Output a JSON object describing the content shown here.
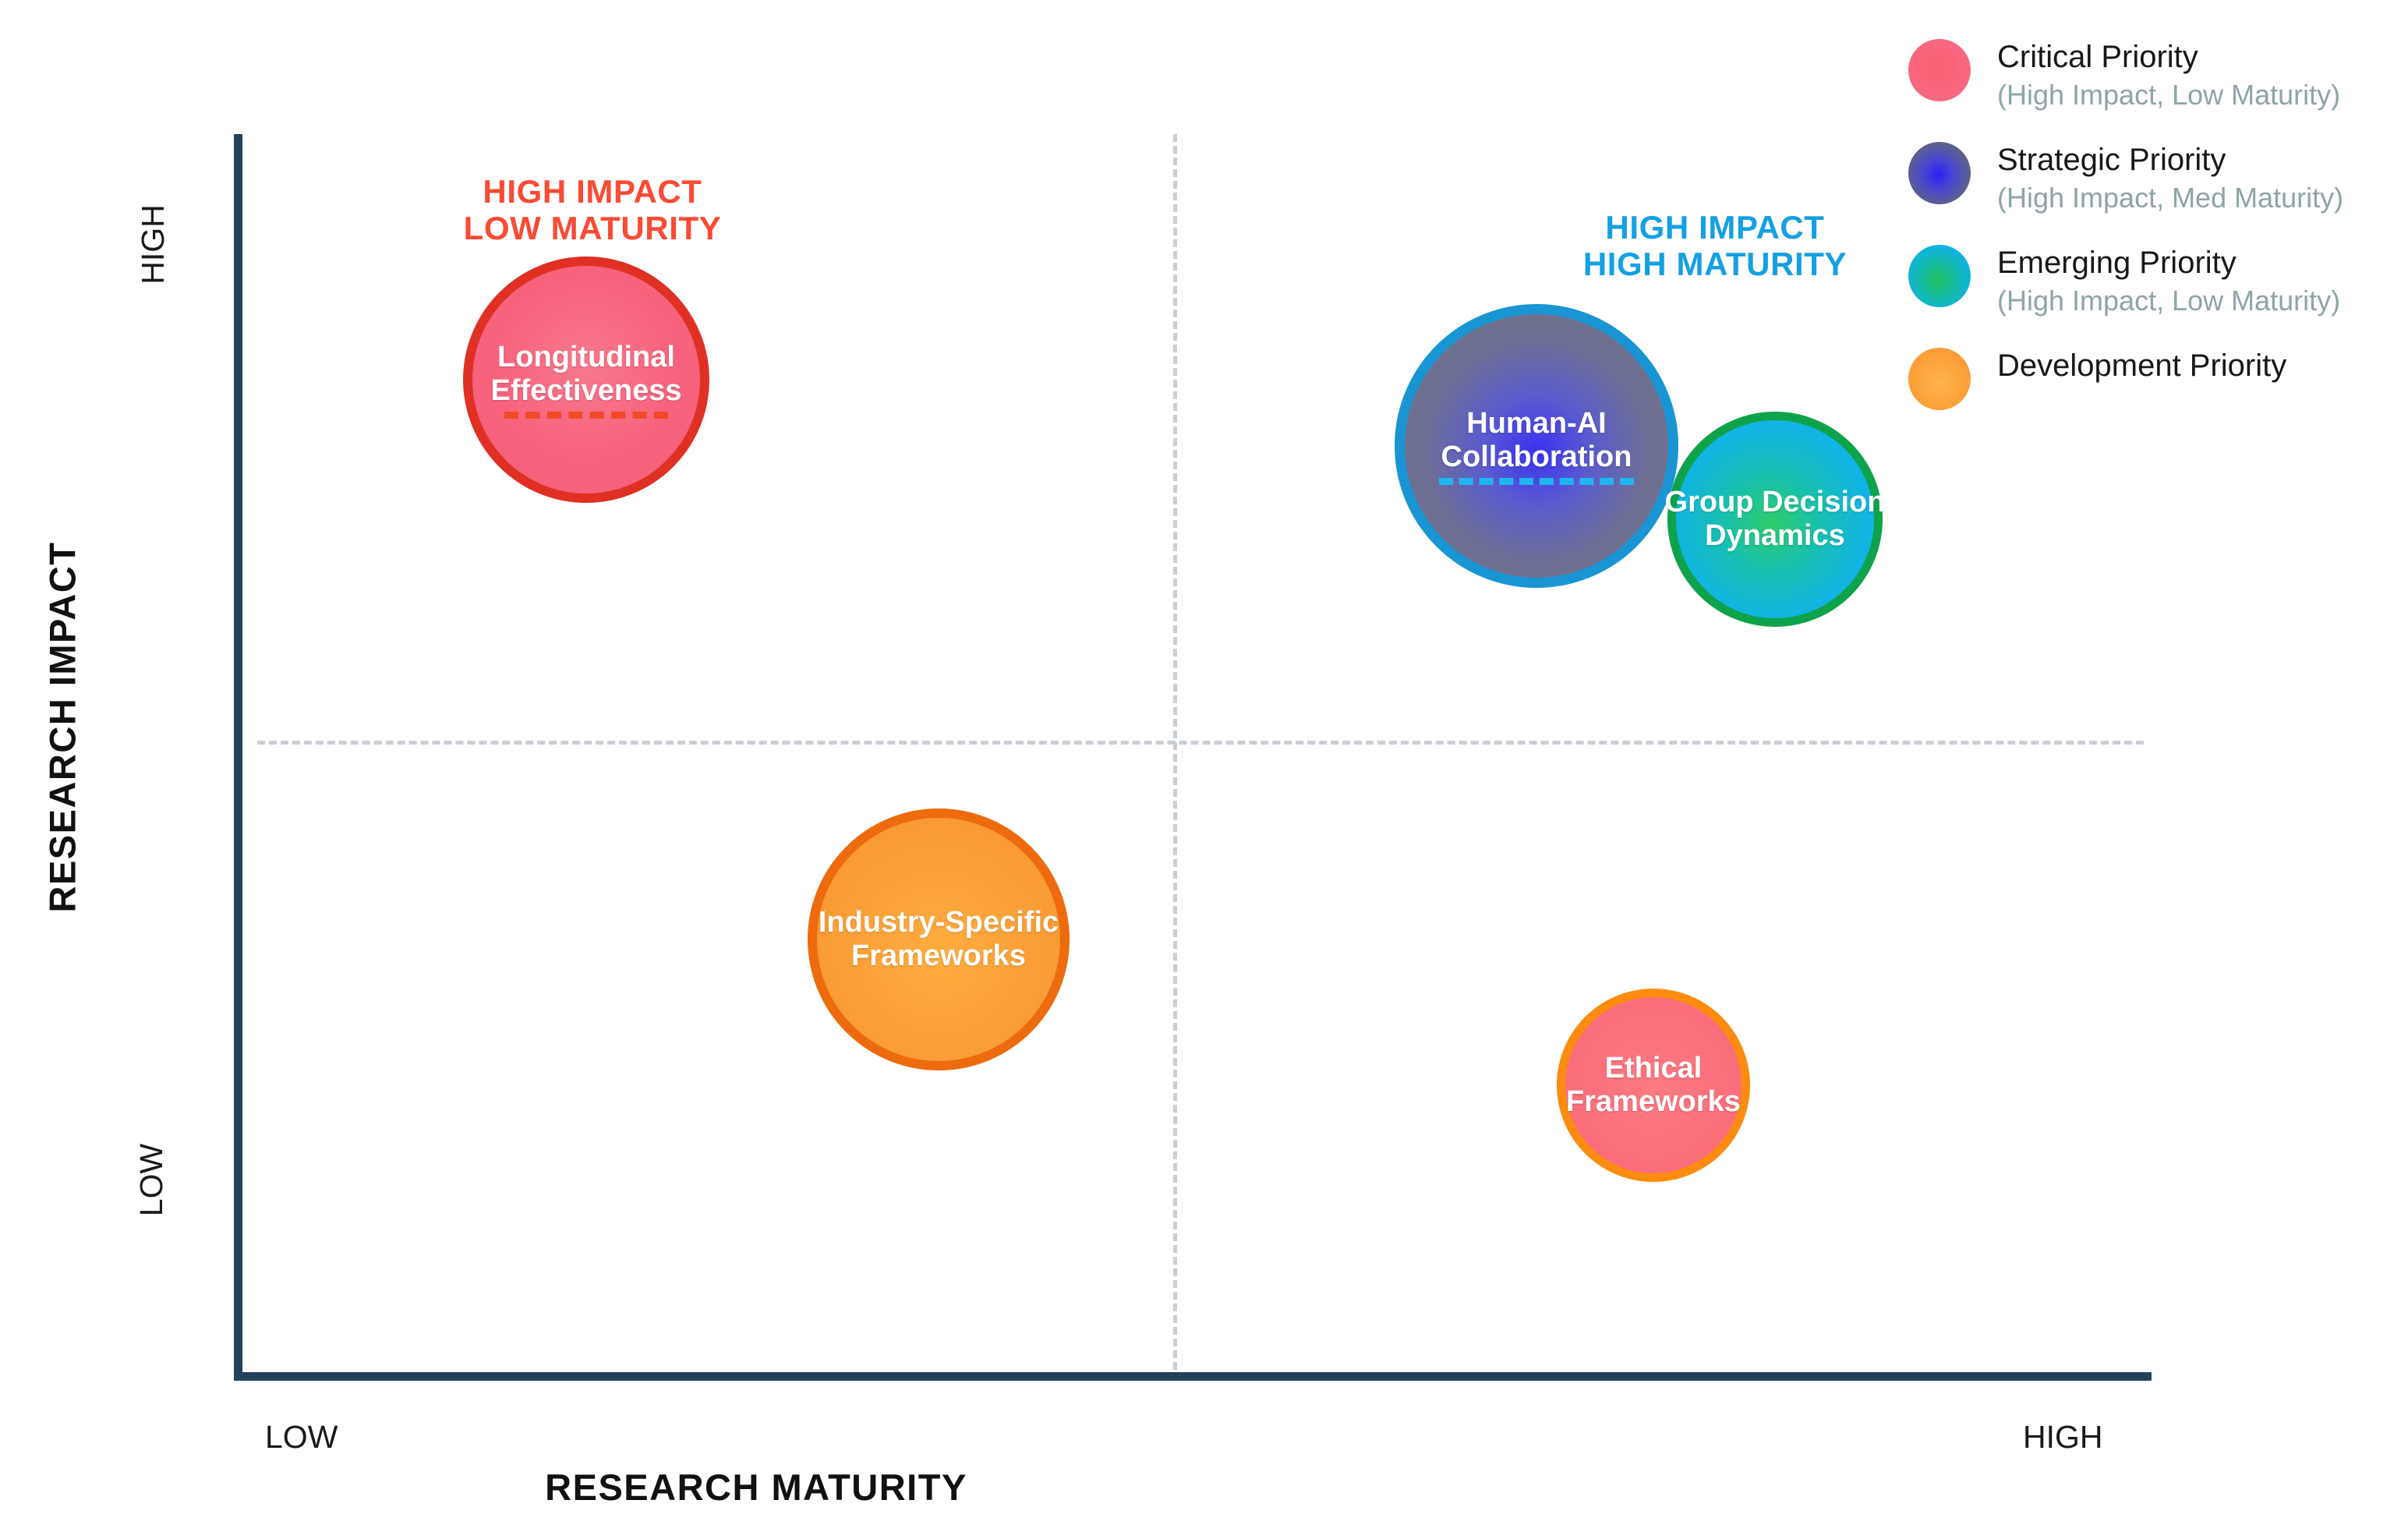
{
  "chart_data": {
    "type": "scatter",
    "title": "",
    "xlabel": "RESEARCH MATURITY",
    "ylabel": "RESEARCH IMPACT",
    "xticks": [
      "LOW",
      "HIGH"
    ],
    "yticks": [
      "LOW",
      "HIGH"
    ],
    "xlim": [
      "LOW",
      "HIGH"
    ],
    "ylim": [
      "LOW",
      "HIGH"
    ],
    "grid": false,
    "legend_position": "top-right",
    "quadrant_divider": {
      "x": "mid",
      "y": "mid",
      "style": "dashed",
      "color": "#c9cfd4"
    },
    "quadrant_labels": [
      {
        "text": "HIGH IMPACT\nLOW MATURITY",
        "quadrant": "top-left",
        "color": "#fa4b34"
      },
      {
        "text": "HIGH IMPACT\nHIGH MATURITY",
        "quadrant": "top-right",
        "color": "#14a0e2"
      }
    ],
    "points": [
      {
        "label": "Longitudinal\nEffectiveness",
        "category": "Critical Priority",
        "x": "Low",
        "y": "High",
        "size": 316,
        "fill": "#f8627c",
        "stroke": "#e03024",
        "underline": true,
        "underline_color": "#f04a2a"
      },
      {
        "label": "Human-AI\nCollaboration",
        "category": "Strategic Priority",
        "x": "High",
        "y": "High",
        "size": 364,
        "fill": "#6d6f96",
        "stroke": "#1995d4",
        "underline": true,
        "underline_color": "#1fb6ef"
      },
      {
        "label": "Group Decision\nDynamics",
        "category": "Emerging Priority",
        "x": "High",
        "y": "High",
        "size": 276,
        "fill": "#11b4e2",
        "stroke": "#0ea34a",
        "underline": false
      },
      {
        "label": "Industry-Specific\nFrameworks",
        "category": "Development Priority",
        "x": "Low-Mid",
        "y": "Low-Mid",
        "size": 336,
        "fill": "#fba038",
        "stroke": "#ed6b0c",
        "underline": false
      },
      {
        "label": "Ethical\nFrameworks",
        "category": "Critical Priority",
        "x": "Mid-High",
        "y": "Low",
        "size": 248,
        "fill": "#fa6f7c",
        "stroke": "#fb8c10",
        "underline": false
      }
    ],
    "legend": [
      {
        "title": "Critical Priority",
        "sub": "(High Impact, Low Maturity)",
        "color": "#f9667e"
      },
      {
        "title": "Strategic Priority",
        "sub": "(High Impact, Med Maturity)",
        "color": "#4a47cf"
      },
      {
        "title": "Emerging Priority",
        "sub": "(High Impact, Low Maturity)",
        "color": "#10b2e6"
      },
      {
        "title": "Development Priority",
        "sub": "",
        "color": "#fca33c"
      }
    ]
  },
  "axes": {
    "y_title": "RESEARCH IMPACT",
    "x_title": "RESEARCH MATURITY",
    "y_high": "HIGH",
    "y_low": "LOW",
    "x_low": "LOW",
    "x_high": "HIGH"
  },
  "colors": {
    "axis": "#22415c",
    "guide": "#c9cfd4",
    "quadrant_red": "#fa4b34",
    "quadrant_blue": "#14a0e2",
    "legend_sub": "#8fa4a7"
  }
}
